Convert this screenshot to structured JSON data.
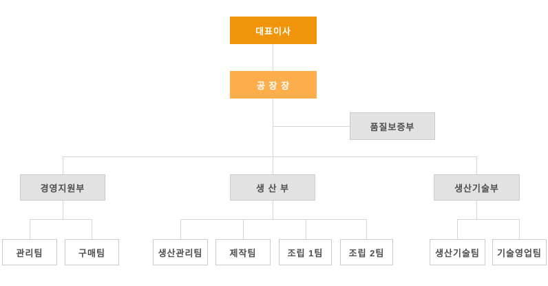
{
  "org": {
    "ceo": "대표이사",
    "factory_manager": "공 장 장",
    "quality_assurance": "품질보증부",
    "departments": {
      "management_support": "경영지원부",
      "production": "생 산 부",
      "production_technology": "생산기술부"
    },
    "teams": {
      "admin": "관리팀",
      "purchasing": "구매팀",
      "production_management": "생산관리팀",
      "fabrication": "제작팀",
      "assembly_1": "조립 1팀",
      "assembly_2": "조립 2팀",
      "production_tech": "생산기술팀",
      "technical_sales": "기술영업팀"
    }
  },
  "colors": {
    "ceo_box": "#F0940B",
    "factory_manager_box": "#FBAE4B",
    "department_box_fill": "#E2E2E2",
    "department_box_border": "#C9C9C9",
    "team_box_fill": "#FFFFFF",
    "team_box_border": "#CBCBCB",
    "connector_line": "#D5D5D5",
    "text_on_orange": "#FFFFFF",
    "text_default": "#4D4D4D"
  }
}
